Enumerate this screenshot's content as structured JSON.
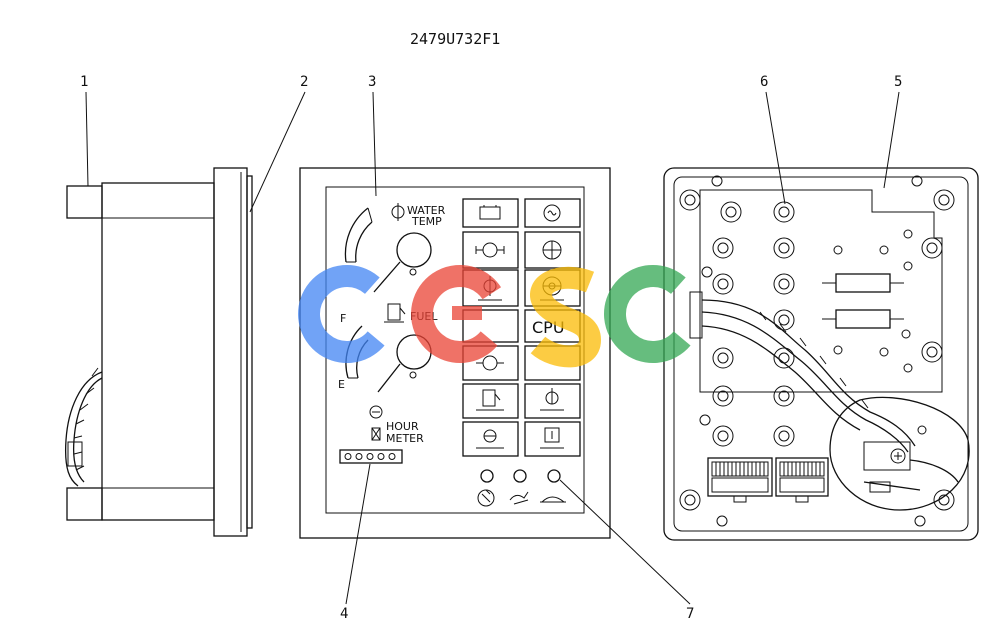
{
  "drawing_number": "2479U732F1",
  "callouts": [
    "1",
    "2",
    "3",
    "4",
    "5",
    "6",
    "7"
  ],
  "panel": {
    "water_temp_label": [
      "WATER",
      "TEMP"
    ],
    "fuel_label": "FUEL",
    "gauge_full": "F",
    "gauge_empty": "E",
    "hour_meter_label": [
      "HOUR",
      "METER"
    ],
    "cpu_label": "CPU"
  },
  "watermark": {
    "letters": [
      "C",
      "G",
      "S",
      "C"
    ],
    "colors": [
      "#4285F4",
      "#EA4335",
      "#FBBC05",
      "#34A853"
    ]
  }
}
